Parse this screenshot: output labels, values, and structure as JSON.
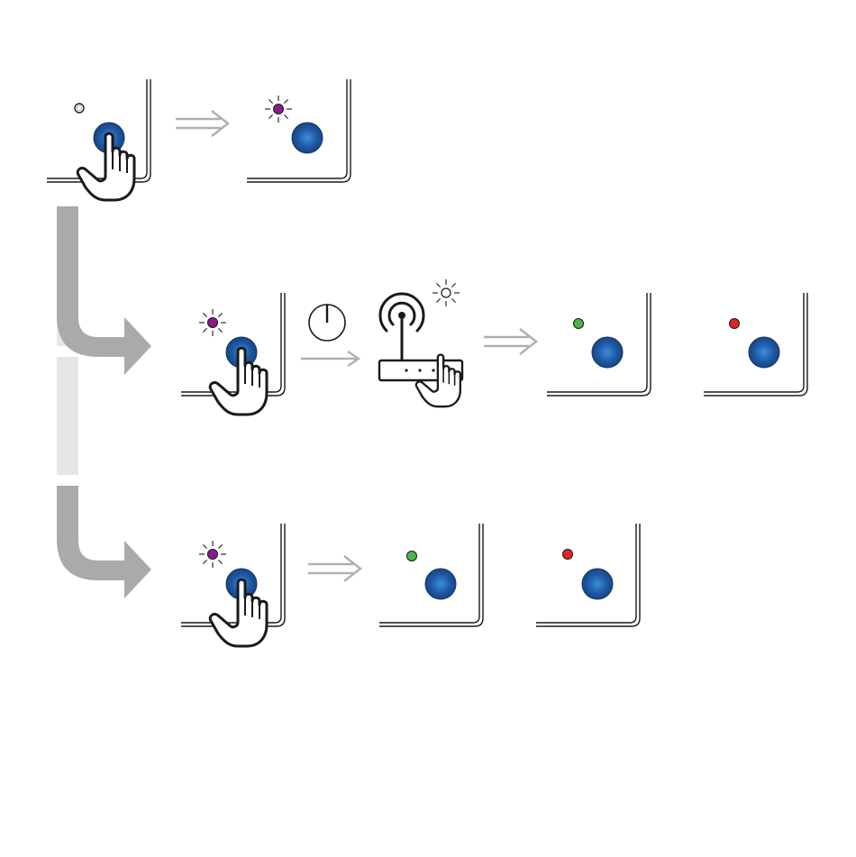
{
  "diagram": {
    "colors": {
      "button_fill": "#1f5aa6",
      "button_dark": "#173f7a",
      "led_off": "#ffffff",
      "led_pairing": "#8a1a8f",
      "led_success": "#4ab54a",
      "led_failure": "#e02525",
      "connector": "#aaaaaa",
      "connector_light": "#e6e6e6",
      "arrow": "#b0b0b0",
      "line": "#1a1a1a"
    },
    "steps": [
      {
        "id": "press-button",
        "led": "off",
        "action": "press"
      },
      {
        "id": "pairing-mode",
        "led": "pairing-blinking",
        "action": "none"
      },
      {
        "id": "router-wps",
        "led": "pairing-blinking",
        "action": "press",
        "timer_icon": "stopwatch-icon",
        "device_icon": "router-icon",
        "device_led": "blinking",
        "results": [
          "success",
          "failure"
        ]
      },
      {
        "id": "direct-pairing",
        "led": "pairing-blinking",
        "action": "press",
        "results": [
          "success",
          "failure"
        ]
      }
    ],
    "icons": [
      "hand-pointer-icon",
      "double-arrow-icon",
      "stopwatch-icon",
      "router-icon",
      "wifi-signal-icon",
      "blink-rays-icon"
    ]
  }
}
